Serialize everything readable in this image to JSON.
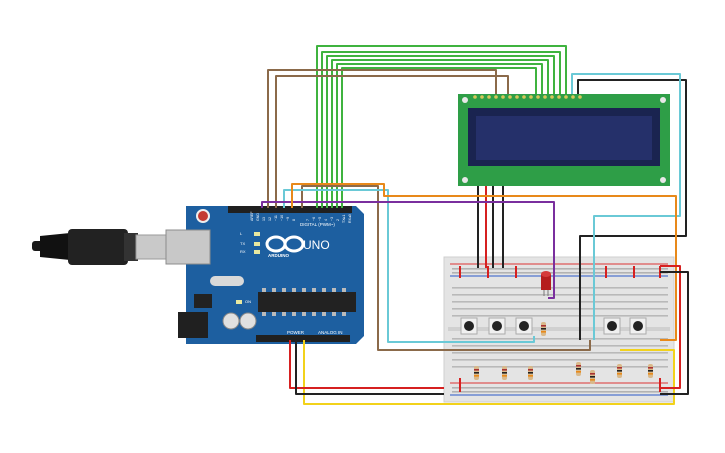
{
  "arduino": {
    "brand": "ARDUINO",
    "model": "UNO",
    "digital_label": "DIGITAL (PWM~)",
    "power_label": "POWER",
    "analog_label": "ANALOG IN",
    "aref": "AREF",
    "gnd": "GND",
    "tx": "TX",
    "rx": "RX",
    "l": "L",
    "on": "ON",
    "pin13": "13",
    "pin12": "12",
    "pin11": "~11",
    "pin10": "~10",
    "pin9": "~9",
    "pin8": "8",
    "pin7": "7",
    "pin6": "~6",
    "pin5": "~5",
    "pin4": "4",
    "pin3": "~3",
    "pin2": "2",
    "tx1": "TX▸1",
    "rx0": "RX◂0"
  },
  "colors": {
    "board": "#1d5fa0",
    "board_dark": "#174f87",
    "lcd_pcb": "#2e9e47",
    "lcd_screen": "#25306a",
    "breadboard": "#e4e4e4",
    "rail_red": "#d33",
    "rail_blue": "#2a58c8",
    "wire_green": "#3fb33f",
    "wire_brown": "#8b6a4a",
    "wire_purple": "#7a2f9e",
    "wire_orange": "#e8891a",
    "wire_yellow": "#f2d21b",
    "wire_cyan": "#6ac9d6",
    "wire_red": "#d62020",
    "wire_black": "#222222"
  }
}
